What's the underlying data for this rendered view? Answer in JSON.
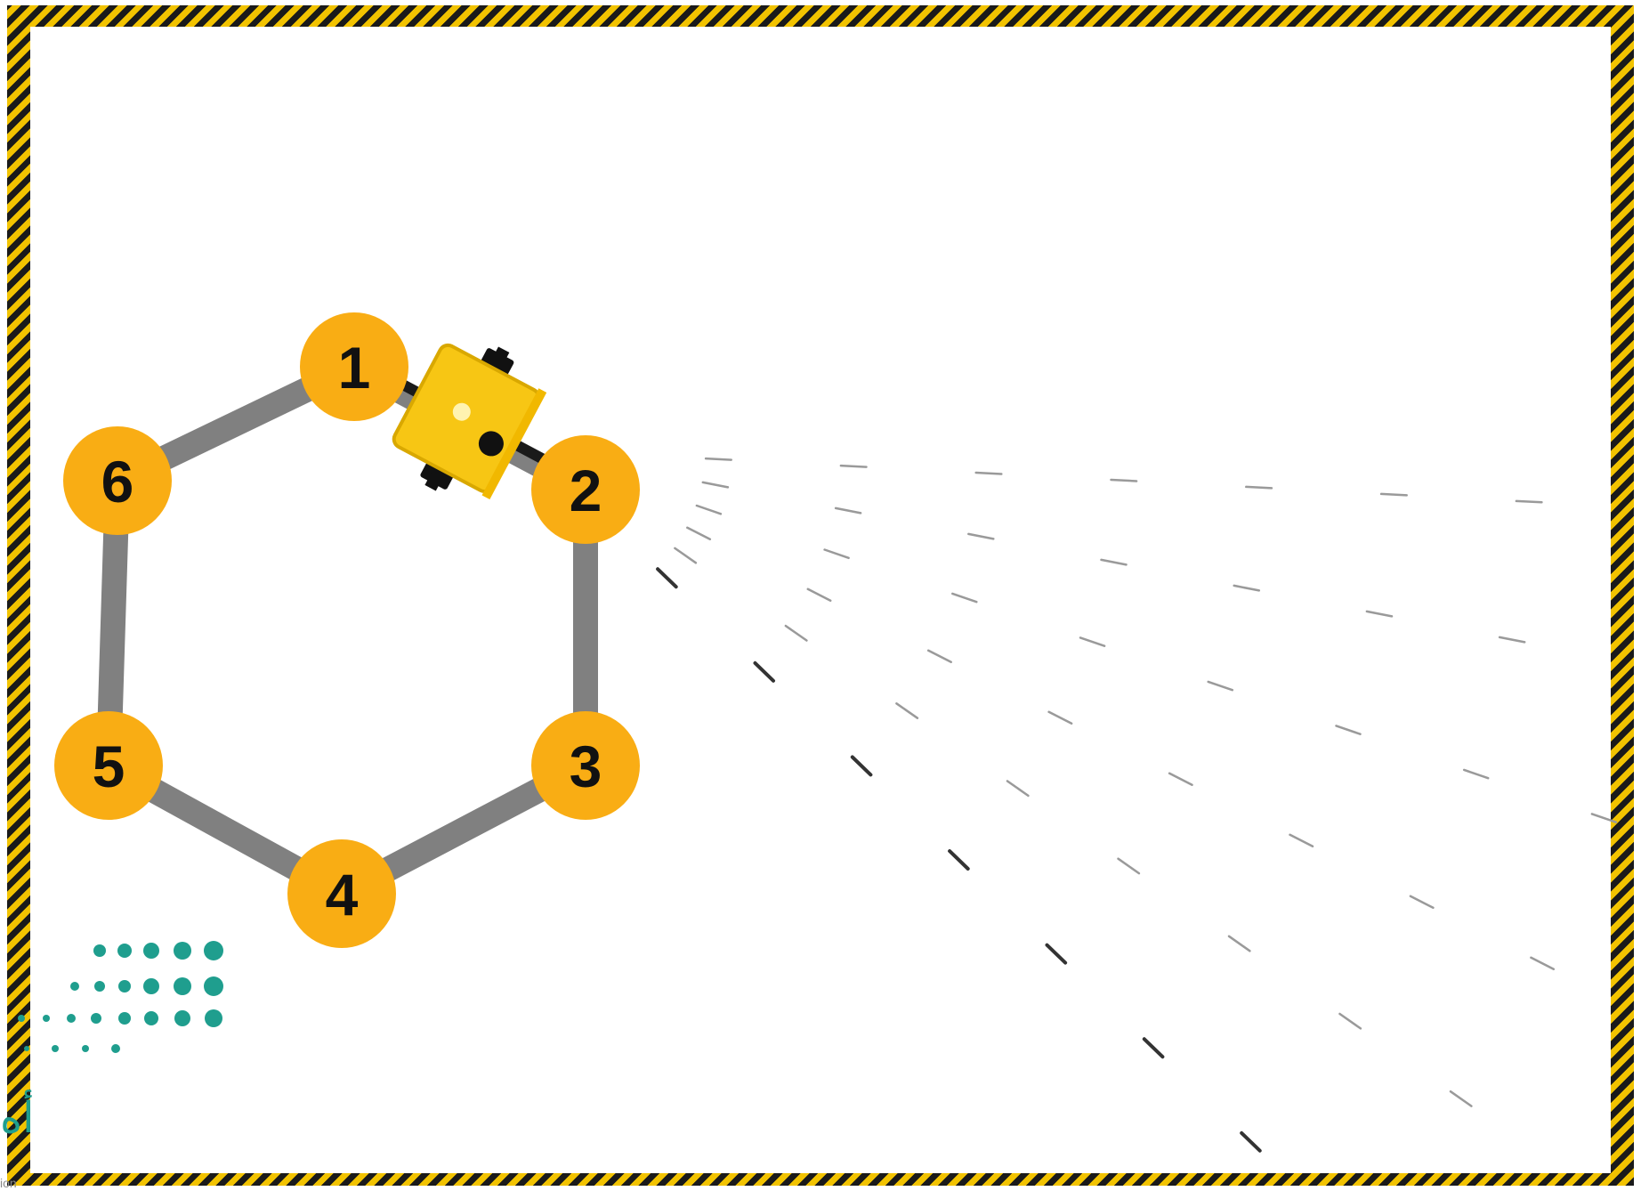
{
  "nodes": [
    {
      "label": "1"
    },
    {
      "label": "2"
    },
    {
      "label": "3"
    },
    {
      "label": "4"
    },
    {
      "label": "5"
    },
    {
      "label": "6"
    }
  ],
  "colors": {
    "hazard_yellow": "#f2c300",
    "hazard_black": "#1a1a1a",
    "node_fill": "#f9ad14",
    "path_edge": "#808080",
    "robot_body": "#f7c614",
    "logo_teal": "#1f9e8e"
  },
  "robot": {
    "icon": "robot-car-icon"
  },
  "logo": {
    "icon": "dotted-logo-icon",
    "text": "أه",
    "subtext": "ion"
  }
}
